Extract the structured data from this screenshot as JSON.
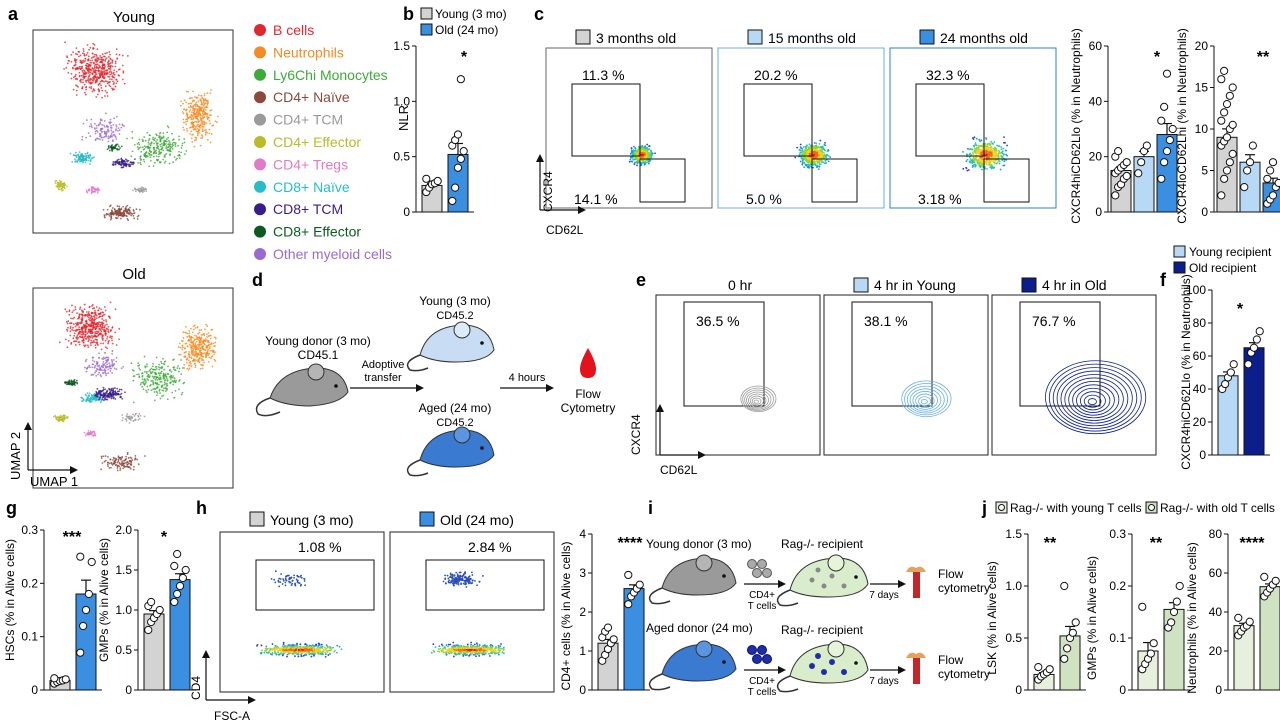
{
  "panels": {
    "a": {
      "letter": "a",
      "title_young": "Young",
      "title_old": "Old",
      "axis_x": "UMAP 1",
      "axis_y": "UMAP 2",
      "legend": [
        {
          "label": "B cells",
          "color": "#e0282e"
        },
        {
          "label": "Neutrophils",
          "color": "#f58b23"
        },
        {
          "label": "Ly6Chi Monocytes",
          "color": "#3daa3a"
        },
        {
          "label": "CD4+ Naïve",
          "color": "#8b4a3c"
        },
        {
          "label": "CD4+ TCM",
          "color": "#9a9a9a"
        },
        {
          "label": "CD4+ Effector",
          "color": "#b8bc28"
        },
        {
          "label": "CD4+ Tregs",
          "color": "#e27ac8"
        },
        {
          "label": "CD8+ Naïve",
          "color": "#27bcc9"
        },
        {
          "label": "CD8+ TCM",
          "color": "#3a1d8c"
        },
        {
          "label": "CD8+ Effector",
          "color": "#0d5a1e"
        },
        {
          "label": "Other myeloid cells",
          "color": "#9b6ad1"
        }
      ]
    },
    "b": {
      "letter": "b",
      "legend": [
        "Young (3 mo)",
        "Old (24 mo)"
      ],
      "ylabel": "NLR",
      "yticks": [
        "0",
        "0.5",
        "1.0",
        "1.5"
      ],
      "sig": "*"
    },
    "c": {
      "letter": "c",
      "groups": [
        "3 months old",
        "15 months old",
        "24 months old"
      ],
      "upper_pct": [
        "11.3 %",
        "20.2 %",
        "32.3 %"
      ],
      "lower_pct": [
        "14.1 %",
        "5.0 %",
        "3.18 %"
      ],
      "yaxis": "CXCR4",
      "xaxis": "CD62L",
      "bar1_ylabel": "CXCR4hiCD62Llo (% in Neutrophils)",
      "bar1_yticks": [
        "0",
        "20",
        "40",
        "60"
      ],
      "bar1_sig": "*",
      "bar2_ylabel": "CXCR4loCD62Lhi (% in Neutrophils)",
      "bar2_yticks": [
        "0",
        "5",
        "10",
        "15",
        "20"
      ],
      "bar2_sig": "**"
    },
    "d": {
      "letter": "d",
      "donor": "Young donor (3 mo)",
      "donor_marker": "CD45.1",
      "transfer_1": "Adoptive",
      "transfer_2": "transfer",
      "young_recipient": "Young (3 mo)",
      "young_marker": "CD45.2",
      "aged_recipient": "Aged (24 mo)",
      "aged_marker": "CD45.2",
      "time": "4 hours",
      "readout_1": "Flow",
      "readout_2": "Cytometry"
    },
    "e": {
      "letter": "e",
      "groups": [
        "0 hr",
        "4 hr in Young",
        "4 hr in Old"
      ],
      "pct": [
        "36.5 %",
        "38.1 %",
        "76.7 %"
      ],
      "yaxis": "CXCR4",
      "xaxis": "CD62L"
    },
    "f": {
      "letter": "f",
      "legend": [
        "Young recipient",
        "Old recipient"
      ],
      "ylabel": "CXCR4hiCD62Llo (% in Neutrophils)",
      "yticks": [
        "0",
        "20",
        "40",
        "60",
        "80",
        "100"
      ],
      "sig": "*"
    },
    "g": {
      "letter": "g",
      "hsc_ylabel": "HSCs (% in Alive cells)",
      "hsc_yticks": [
        "0",
        "0.1",
        "0.2",
        "0.3"
      ],
      "hsc_sig": "***",
      "gmp_ylabel": "GMPs (% in Alive cells)",
      "gmp_yticks": [
        "0",
        "0.5",
        "1.0",
        "1.5",
        "2.0"
      ],
      "gmp_sig": "*"
    },
    "h": {
      "letter": "h",
      "groups": [
        "Young (3 mo)",
        "Old (24 mo)"
      ],
      "pct": [
        "1.08 %",
        "2.84 %"
      ],
      "yaxis": "CD4",
      "xaxis": "FSC-A",
      "bar_ylabel": "CD4+ cells (% in Alive cells)",
      "bar_yticks": [
        "0",
        "1",
        "2",
        "3",
        "4"
      ],
      "bar_sig": "****"
    },
    "i": {
      "letter": "i",
      "young_donor": "Young donor (3 mo)",
      "aged_donor": "Aged donor (24 mo)",
      "cells_1": "CD4+",
      "cells_2": "T cells",
      "recipient": "Rag-/- recipient",
      "time": "7 days",
      "readout_1": "Flow",
      "readout_2": "cytometry"
    },
    "j": {
      "letter": "j",
      "legend": [
        "Rag-/- with young T cells",
        "Rag-/- with old T cells"
      ],
      "lsk_ylabel": "LSK (% in Alive cells)",
      "lsk_yticks": [
        "0",
        "0.5",
        "1.0",
        "1.5"
      ],
      "lsk_sig": "**",
      "gmp_ylabel": "GMPs (% in Alive cells)",
      "gmp_yticks": [
        "0",
        "0.1",
        "0.2",
        "0.3"
      ],
      "gmp_sig": "**",
      "neu_ylabel": "Neutrophils (% in Alive cells)",
      "neu_yticks": [
        "0",
        "20",
        "40",
        "60",
        "80"
      ],
      "neu_sig": "****"
    }
  },
  "colors": {
    "young": "#d3d3d3",
    "old": "#3a8fe0",
    "mid": "#b8d9f5",
    "navy": "#0b1e8c",
    "rag_young": "#e6f0dc",
    "rag_old": "#cfe3c2",
    "blood": "#e3121c"
  },
  "chart_data": [
    {
      "type": "bar",
      "panel": "b",
      "ylabel": "NLR",
      "ylim": [
        0,
        1.5
      ],
      "categories": [
        "Young (3 mo)",
        "Old (24 mo)"
      ],
      "values": [
        0.24,
        0.52
      ],
      "points": [
        [
          0.18,
          0.22,
          0.25,
          0.26,
          0.28,
          0.3
        ],
        [
          0.1,
          0.22,
          0.4,
          0.48,
          0.55,
          0.6,
          0.65,
          0.7,
          1.2
        ]
      ]
    },
    {
      "type": "bar",
      "panel": "c",
      "ylabel": "CXCR4hiCD62Llo (% in Neutrophils)",
      "ylim": [
        0,
        60
      ],
      "categories": [
        "3 months old",
        "15 months old",
        "24 months old"
      ],
      "values": [
        15,
        20,
        28
      ],
      "points": [
        [
          6,
          9,
          10,
          12,
          13,
          14,
          15,
          16,
          17,
          18,
          20,
          22
        ],
        [
          14,
          18,
          22,
          24
        ],
        [
          12,
          18,
          22,
          26,
          30,
          33,
          38,
          50
        ]
      ]
    },
    {
      "type": "bar",
      "panel": "c",
      "ylabel": "CXCR4loCD62Lhi (% in Neutrophils)",
      "ylim": [
        0,
        20
      ],
      "categories": [
        "3 months old",
        "15 months old",
        "24 months old"
      ],
      "values": [
        9,
        6,
        3.5
      ],
      "points": [
        [
          2,
          4,
          5,
          6,
          7,
          8,
          8.5,
          9,
          10,
          10.5,
          11,
          12,
          13,
          14,
          15,
          16,
          17
        ],
        [
          3,
          5,
          6,
          8
        ],
        [
          1,
          1.5,
          2,
          3,
          3.5,
          4,
          5,
          6
        ]
      ]
    },
    {
      "type": "bar",
      "panel": "f",
      "ylabel": "CXCR4hiCD62Llo (% in Neutrophils)",
      "ylim": [
        0,
        100
      ],
      "categories": [
        "Young recipient",
        "Old recipient"
      ],
      "values": [
        48,
        65
      ],
      "points": [
        [
          40,
          43,
          47,
          50,
          55
        ],
        [
          55,
          62,
          65,
          70,
          75
        ]
      ]
    },
    {
      "type": "bar",
      "panel": "g",
      "ylabel": "HSCs (% in Alive cells)",
      "ylim": [
        0,
        0.3
      ],
      "categories": [
        "Young (3 mo)",
        "Old (24 mo)"
      ],
      "values": [
        0.018,
        0.18
      ],
      "points": [
        [
          0.012,
          0.015,
          0.017,
          0.018,
          0.02,
          0.022
        ],
        [
          0.07,
          0.12,
          0.15,
          0.18,
          0.24,
          0.25
        ]
      ]
    },
    {
      "type": "bar",
      "panel": "g",
      "ylabel": "GMPs (% in Alive cells)",
      "ylim": [
        0,
        2.0
      ],
      "categories": [
        "Young (3 mo)",
        "Old (24 mo)"
      ],
      "values": [
        0.95,
        1.38
      ],
      "points": [
        [
          0.75,
          0.85,
          0.9,
          0.95,
          1.0,
          1.05,
          1.1
        ],
        [
          1.1,
          1.2,
          1.3,
          1.4,
          1.5,
          1.55,
          1.7
        ]
      ]
    },
    {
      "type": "bar",
      "panel": "h",
      "ylabel": "CD4+ cells (% in Alive cells)",
      "ylim": [
        0,
        4
      ],
      "categories": [
        "Young (3 mo)",
        "Old (24 mo)"
      ],
      "values": [
        1.2,
        2.6
      ],
      "points": [
        [
          0.75,
          0.9,
          1.05,
          1.2,
          1.3,
          1.35,
          1.5,
          1.6
        ],
        [
          2.2,
          2.4,
          2.5,
          2.6,
          2.7,
          2.95
        ]
      ]
    },
    {
      "type": "bar",
      "panel": "j",
      "ylabel": "LSK (% in Alive cells)",
      "ylim": [
        0,
        1.5
      ],
      "categories": [
        "Rag-/- with young T cells",
        "Rag-/- with old T cells"
      ],
      "values": [
        0.15,
        0.52
      ],
      "points": [
        [
          0.1,
          0.13,
          0.15,
          0.17,
          0.2,
          0.22
        ],
        [
          0.3,
          0.4,
          0.5,
          0.55,
          0.65,
          1.0
        ]
      ]
    },
    {
      "type": "bar",
      "panel": "j",
      "ylabel": "GMPs (% in Alive cells)",
      "ylim": [
        0,
        0.3
      ],
      "categories": [
        "Rag-/- with young T cells",
        "Rag-/- with old T cells"
      ],
      "values": [
        0.075,
        0.155
      ],
      "points": [
        [
          0.04,
          0.05,
          0.06,
          0.07,
          0.09,
          0.16
        ],
        [
          0.12,
          0.13,
          0.15,
          0.17,
          0.2
        ]
      ]
    },
    {
      "type": "bar",
      "panel": "j",
      "ylabel": "Neutrophils (% in Alive cells)",
      "ylim": [
        0,
        80
      ],
      "categories": [
        "Rag-/- with young T cells",
        "Rag-/- with old T cells"
      ],
      "values": [
        33,
        53
      ],
      "points": [
        [
          28,
          30,
          32,
          33,
          35,
          37
        ],
        [
          48,
          50,
          52,
          54,
          56,
          58
        ]
      ]
    }
  ]
}
